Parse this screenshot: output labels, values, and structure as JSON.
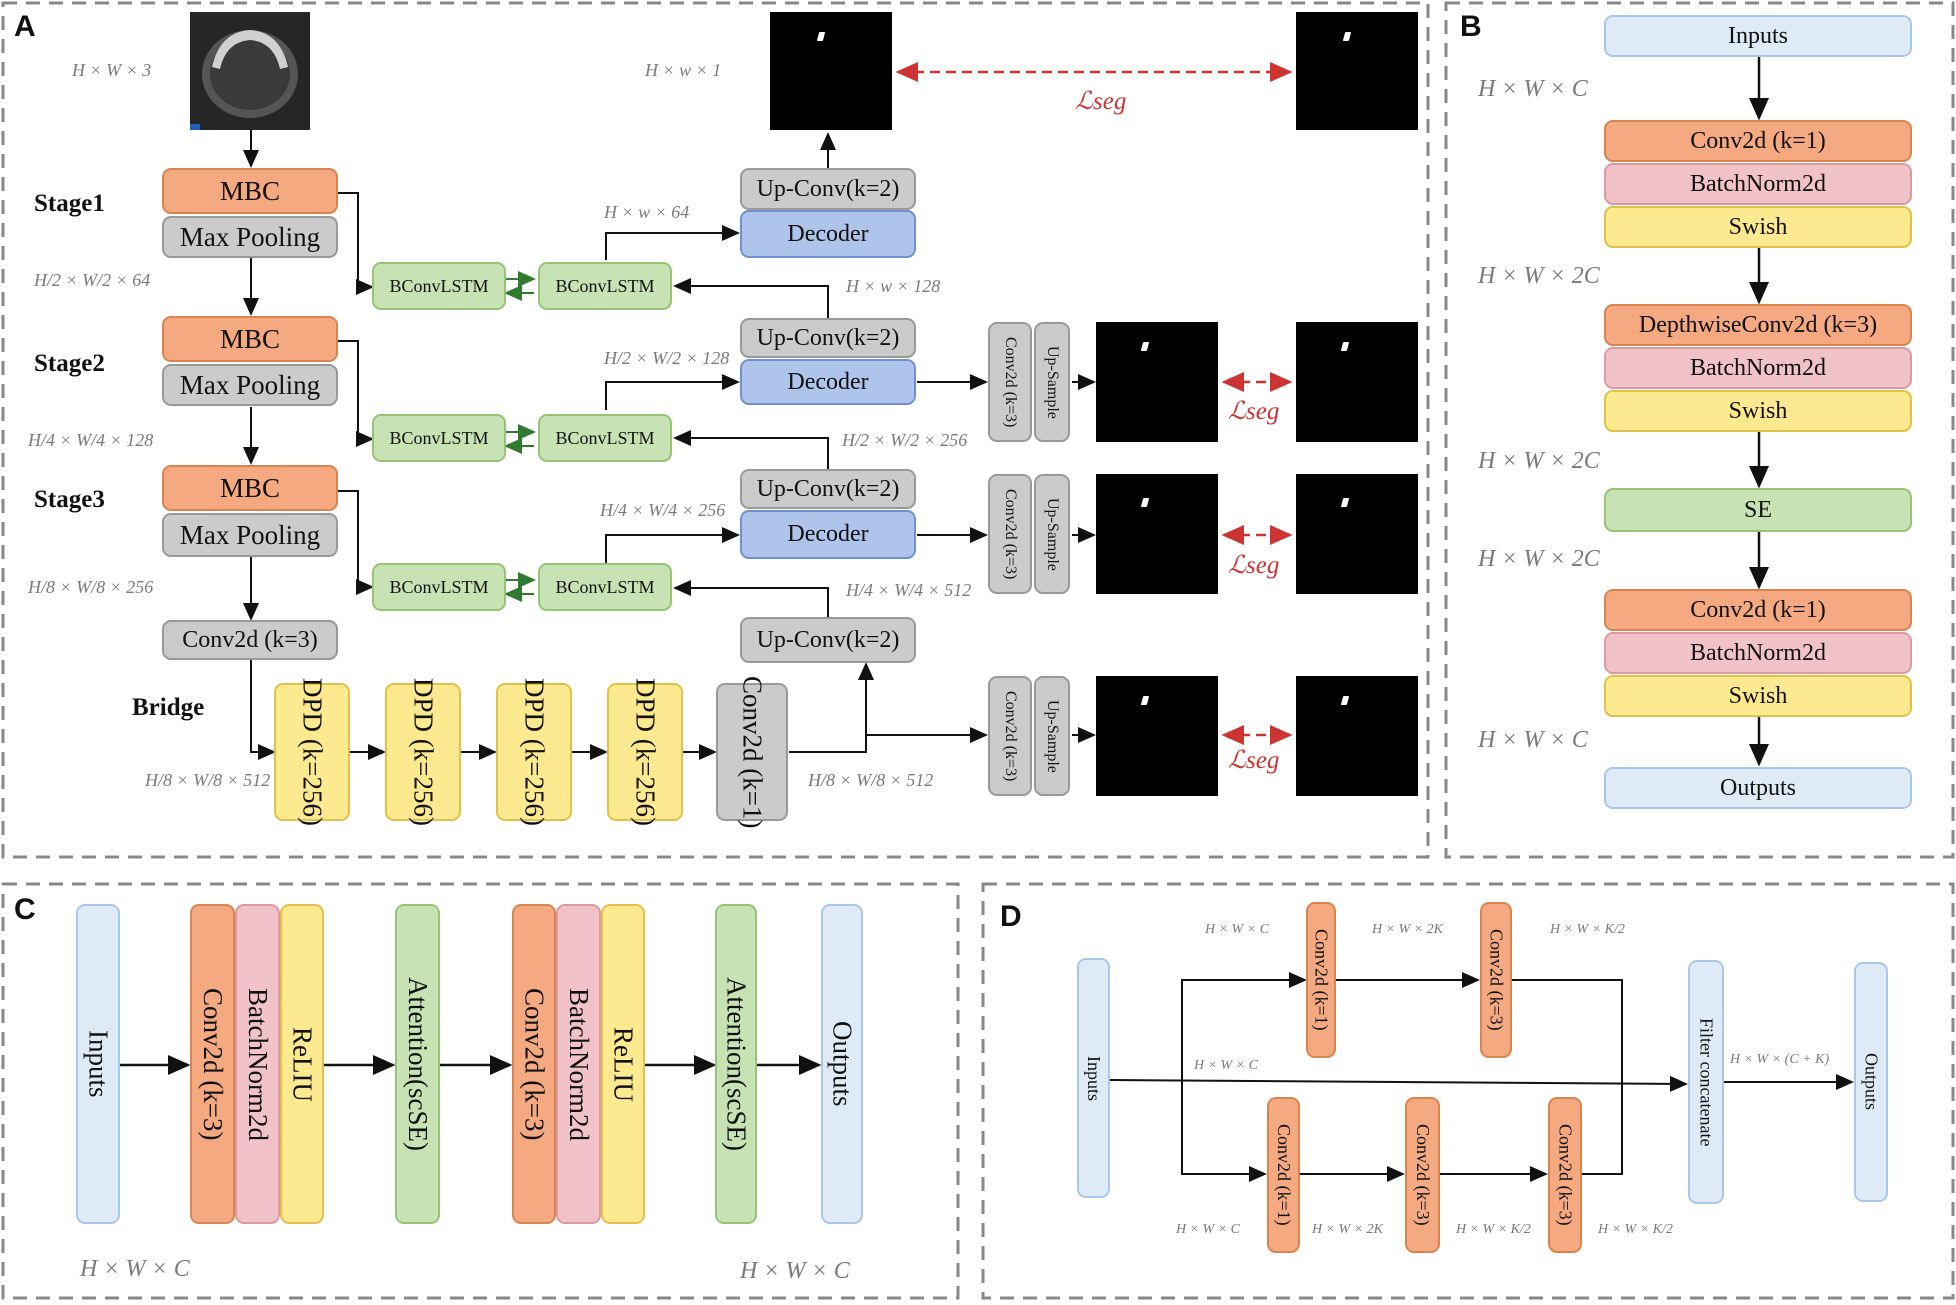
{
  "panels": [
    "A",
    "B",
    "C",
    "D"
  ],
  "panel_a": {
    "stages": [
      "Stage1",
      "Stage2",
      "Stage3",
      "Bridge"
    ],
    "mbc": "MBC",
    "max_pooling": "Max Pooling",
    "conv2d_k3": "Conv2d (k=3)",
    "bconvlstm": "BConvLSTM",
    "up_conv": "Up-Conv(k=2)",
    "decoder": "Decoder",
    "dpd": "DPD (k=256)",
    "conv2d_k1": "Conv2d (k=1)",
    "conv2d_small": "Conv2d (k=3)",
    "up_sample": "Up-Sample",
    "loss": "ℒseg",
    "dims": {
      "input": "H × W × 3",
      "output": "H × w × 1",
      "s1": "H/2 × W/2 × 64",
      "s2": "H/4 × W/4 × 128",
      "s3": "H/8 × W/8 × 256",
      "bridge_in": "H/8 × W/8 × 512",
      "bridge_out": "H/8 × W/8 × 512",
      "dec1": "H × w × 64",
      "up1": "H × w × 128",
      "dec2": "H/2 × W/2 × 128",
      "up2": "H/2 × W/2 × 256",
      "dec3": "H/4 × W/4 × 256",
      "up3": "H/4 × W/4 × 512"
    }
  },
  "panel_b": {
    "inputs": "Inputs",
    "conv1": "Conv2d  (k=1)",
    "bn": "BatchNorm2d",
    "swish": "Swish",
    "dwconv": "DepthwiseConv2d (k=3)",
    "se": "SE",
    "outputs": "Outputs",
    "dims": [
      "H × W × C",
      "H × W × 2C",
      "H × W × 2C",
      "H × W × 2C",
      "H × W × C"
    ]
  },
  "panel_c": {
    "inputs": "Inputs",
    "conv": "Conv2d (k=3)",
    "bn": "BatchNorm2d",
    "relu": "ReLIU",
    "attention": "Attention(scSE)",
    "outputs": "Outputs",
    "dims": [
      "H × W × C",
      "H × W × C"
    ]
  },
  "panel_d": {
    "inputs": "Inputs",
    "conv1": "Conv2d (k=1)",
    "conv3": "Conv2d (k=3)",
    "filter_concat": "Filter concatenate",
    "outputs": "Outputs",
    "dims": {
      "hwc": "H × W × C",
      "hw2k": "H × W × 2K",
      "hwk2": "H × W × K/2",
      "out": "H × W × (C + K)"
    }
  },
  "colors": {
    "orange": "#f4a981",
    "gray": "#cbcbcb",
    "green": "#c7e3b4",
    "blue": "#aec4ea",
    "yellow": "#fde98f",
    "pink": "#f1c3c8",
    "light_blue": "#deebf7",
    "loss_arrow": "#c33333"
  }
}
